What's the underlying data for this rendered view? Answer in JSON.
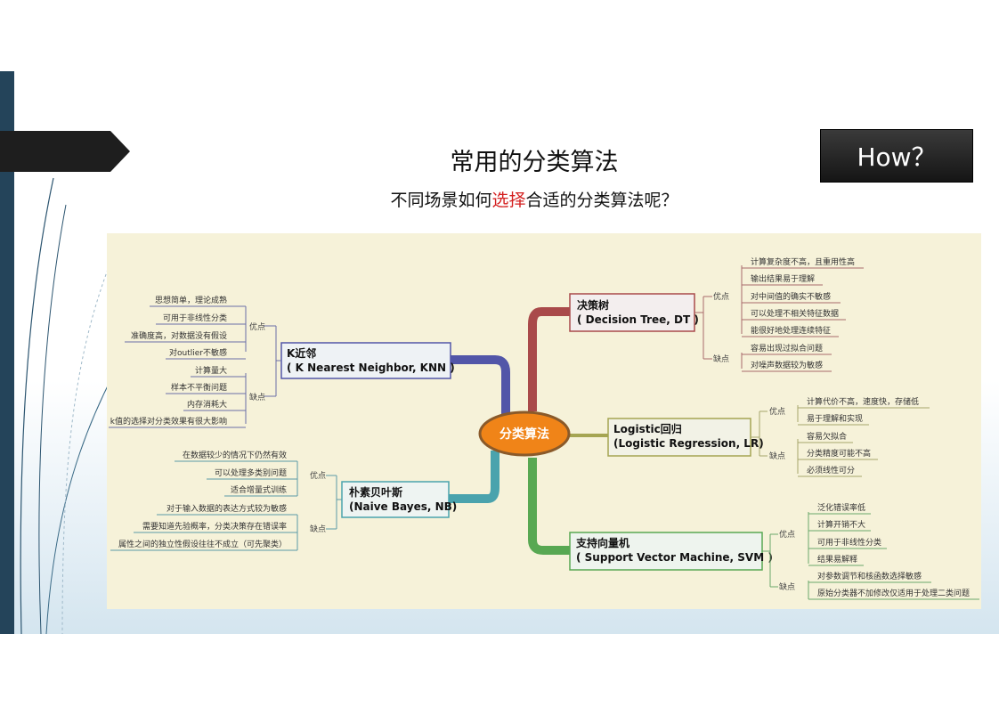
{
  "title": "常用的分类算法",
  "subtitle": {
    "pre": "不同场景如何",
    "highlight": "选择",
    "post": "合适的分类算法呢？"
  },
  "how_label": "How？",
  "colors": {
    "accent_red": "#d42020",
    "knn": "#5256a8",
    "dt": "#a94a4a",
    "lr": "#a5a552",
    "nb": "#4aa3ad",
    "svm": "#58a852",
    "center": "#f08418"
  },
  "center": "分类算法",
  "labels": {
    "pros": "优点",
    "cons": "缺点"
  },
  "nodes": {
    "knn": {
      "l1": "K近邻",
      "l2": "( K Nearest Neighbor, KNN )",
      "pros": [
        "思想简单，理论成熟",
        "可用于非线性分类",
        "准确度高，对数据没有假设",
        "对outlier不敏感"
      ],
      "cons": [
        "计算量大",
        "样本不平衡问题",
        "内存消耗大",
        "k值的选择对分类效果有很大影响"
      ]
    },
    "nb": {
      "l1": "朴素贝叶斯",
      "l2": "(Naive Bayes, NB)",
      "pros": [
        "在数据较少的情况下仍然有效",
        "可以处理多类别问题",
        "适合增量式训练"
      ],
      "cons": [
        "对于输入数据的表达方式较为敏感",
        "需要知道先验概率，分类决策存在错误率",
        "属性之间的独立性假设往往不成立（可先聚类）"
      ]
    },
    "dt": {
      "l1": "决策树",
      "l2": "( Decision Tree, DT )",
      "pros": [
        "计算复杂度不高，且重用性高",
        "输出结果易于理解",
        "对中间值的确实不敏感",
        "可以处理不相关特征数据",
        "能很好地处理连续特征"
      ],
      "cons": [
        "容易出现过拟合问题",
        "对噪声数据较为敏感"
      ]
    },
    "lr": {
      "l1": "Logistic回归",
      "l2": "(Logistic Regression, LR)",
      "pros": [
        "计算代价不高，速度快，存储低",
        "易于理解和实现"
      ],
      "cons": [
        "容易欠拟合",
        "分类精度可能不高",
        "必须线性可分"
      ]
    },
    "svm": {
      "l1": "支持向量机",
      "l2": "( Support Vector Machine, SVM )",
      "pros": [
        "泛化错误率低",
        "计算开销不大",
        "可用于非线性分类",
        "结果易解释"
      ],
      "cons": [
        "对参数调节和核函数选择敏感",
        "原始分类器不加修改仅适用于处理二类问题"
      ]
    }
  }
}
